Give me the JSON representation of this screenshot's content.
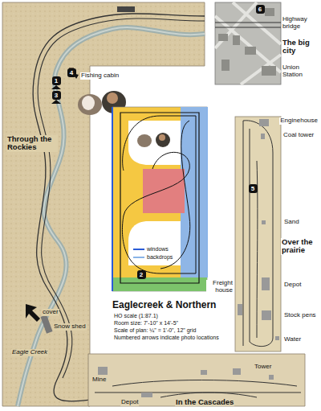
{
  "diagram": {
    "title": "Eaglecreek & Northern",
    "labels": [
      "1",
      "4",
      "3",
      "Fishing cabin",
      "Through the Rockies",
      "cover",
      "Snow shed",
      "Eagle Creek",
      "6",
      "Highway bridge",
      "The big city",
      "Union Station",
      "Enginehouse",
      "Coal tower",
      "5",
      "Sand",
      "Over the prairie",
      "Depot",
      "Freight house",
      "Stock pens",
      "Water",
      "2",
      "HO scale (1:87.1)",
      "Room size: 7'-10\" x 14'-5\"",
      "Scale of plan: ¼\" = 1'-0\", 12\" grid",
      "Numbered arrows indicate photo locations",
      "Mine",
      "Depot",
      "In the Cascades",
      "Tower"
    ],
    "legend": [
      {
        "text": "windows"
      },
      {
        "text": "backdrops"
      }
    ]
  }
}
